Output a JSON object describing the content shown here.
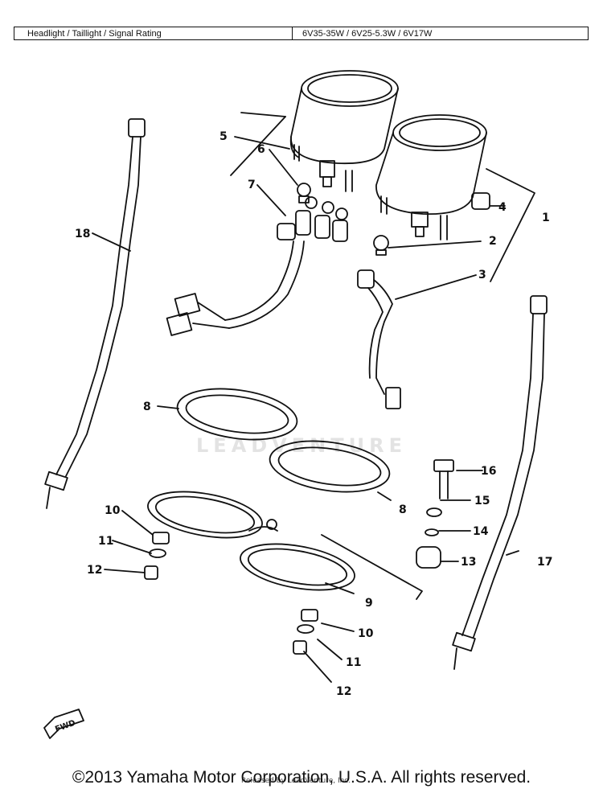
{
  "header": {
    "label": "Headlight / Taillight / Signal Rating",
    "value": "6V35-35W / 6V25-5.3W / 6V17W"
  },
  "callouts": {
    "c1": "1",
    "c2": "2",
    "c3": "3",
    "c4": "4",
    "c5": "5",
    "c6": "6",
    "c7": "7",
    "c8a": "8",
    "c8b": "8",
    "c9": "9",
    "c10a": "10",
    "c10b": "10",
    "c11a": "11",
    "c11b": "11",
    "c12a": "12",
    "c12b": "12",
    "c13": "13",
    "c14": "14",
    "c15": "15",
    "c16": "16",
    "c17": "17",
    "c18": "18"
  },
  "fwd_label": "FWD",
  "watermark": "LEADVENTURE",
  "credit": "Released by LeadVenture, Inc.",
  "footer": "©2013 Yamaha Motor Corporation, U.S.A. All rights reserved."
}
